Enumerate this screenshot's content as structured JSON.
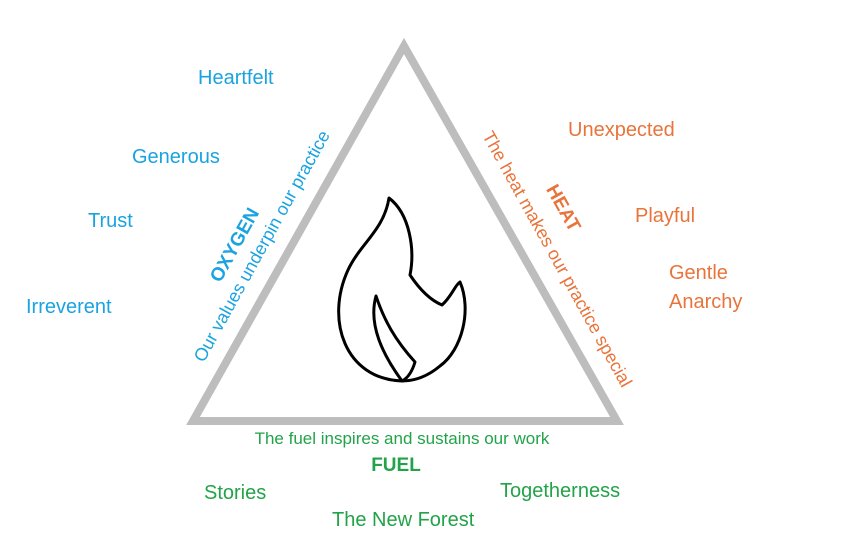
{
  "oxygen": {
    "title": "OXYGEN",
    "caption": "Our values underpin our practice",
    "words": [
      "Heartfelt",
      "Generous",
      "Trust",
      "Irreverent"
    ],
    "color": "#1aa3e0"
  },
  "heat": {
    "title": "HEAT",
    "caption": "The heat makes our practice special",
    "words": [
      "Unexpected",
      "Playful"
    ],
    "words_multiline": [
      "Gentle",
      "Anarchy"
    ],
    "color": "#e8743b"
  },
  "fuel": {
    "title": "FUEL",
    "caption": "The fuel inspires and sustains our work",
    "words": [
      "Stories",
      "The New Forest",
      "Togetherness"
    ],
    "color": "#22a34a"
  },
  "triangle_color": "#bdbdbd",
  "center_icon": "flame-icon"
}
